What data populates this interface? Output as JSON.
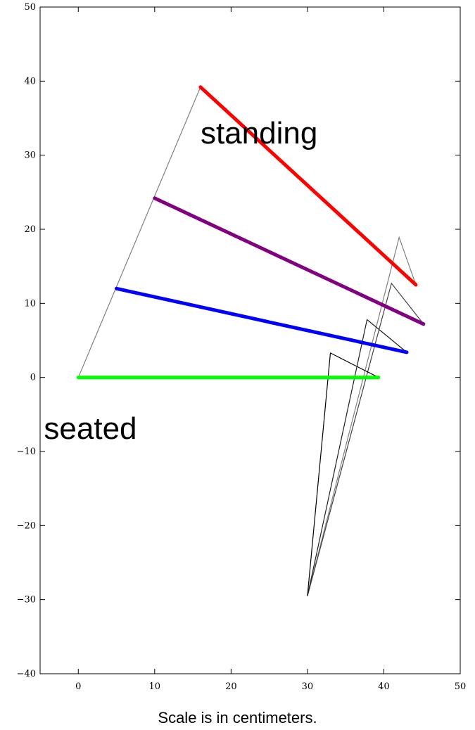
{
  "chart_data": {
    "type": "line",
    "xlim": [
      -5,
      50
    ],
    "ylim": [
      -40,
      50
    ],
    "x_ticks": [
      0,
      10,
      20,
      30,
      40,
      50
    ],
    "y_ticks": [
      -40,
      -30,
      -20,
      -10,
      0,
      10,
      20,
      30,
      40,
      50
    ],
    "x_tick_labels": [
      "0",
      "10",
      "20",
      "30",
      "40",
      "50"
    ],
    "y_tick_labels": [
      "−40",
      "−30",
      "−20",
      "−10",
      "0",
      "10",
      "20",
      "30",
      "40",
      "50"
    ],
    "grid": false,
    "series": [
      {
        "color": "#ff0000",
        "width": 5,
        "points": [
          [
            16,
            39.2
          ],
          [
            44.2,
            12.5
          ]
        ]
      },
      {
        "color": "#800080",
        "width": 5,
        "points": [
          [
            10,
            24.2
          ],
          [
            45.2,
            7.2
          ]
        ]
      },
      {
        "color": "#0000ff",
        "width": 5,
        "points": [
          [
            5,
            12
          ],
          [
            43,
            3.4
          ]
        ]
      },
      {
        "color": "#00ff00",
        "width": 5,
        "points": [
          [
            0,
            0
          ],
          [
            39.3,
            0
          ]
        ]
      },
      {
        "color": "#808080",
        "width": 1.2,
        "points": [
          [
            0,
            0
          ],
          [
            16,
            39.2
          ]
        ]
      },
      {
        "color": "#808080",
        "width": 1.2,
        "points": [
          [
            30,
            -29.5
          ],
          [
            42,
            18.9
          ],
          [
            44.2,
            12.5
          ]
        ]
      },
      {
        "color": "#404040",
        "width": 1.2,
        "points": [
          [
            30,
            -29.5
          ],
          [
            41,
            12.7
          ],
          [
            45.2,
            7.2
          ]
        ]
      },
      {
        "color": "#202020",
        "width": 1.2,
        "points": [
          [
            30,
            -29.5
          ],
          [
            37.8,
            7.8
          ],
          [
            43,
            3.4
          ]
        ]
      },
      {
        "color": "#000000",
        "width": 1.2,
        "points": [
          [
            30,
            -29.5
          ],
          [
            33,
            3.3
          ],
          [
            39.3,
            0
          ]
        ]
      }
    ],
    "annotations": [
      {
        "text": "standing",
        "x": 16,
        "y": 31.6
      },
      {
        "text": "seated",
        "x": -4.5,
        "y": -8.3
      }
    ]
  },
  "caption": "Scale is in centimeters."
}
